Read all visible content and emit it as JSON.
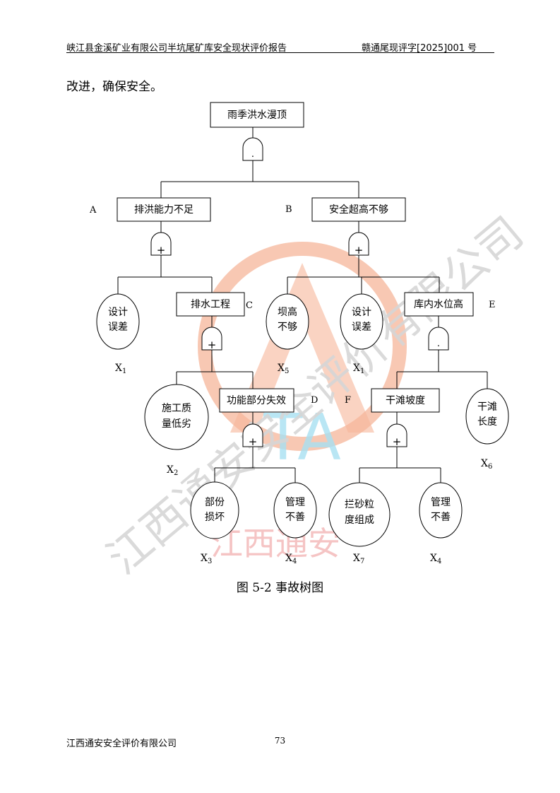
{
  "header": {
    "left": "峡江县金溪矿业有限公司半坑尾矿库安全现状评价报告",
    "right": "赣通尾现评字[2025]001 号"
  },
  "intro_text": "改进，确保安全。",
  "diagram": {
    "top_event": "雨季洪水漫顶",
    "gates": {
      "and": ".",
      "or": "+"
    },
    "boxes": {
      "A": "排洪能力不足",
      "B": "安全超高不够",
      "C": "排水工程",
      "D": "功能部分失效",
      "E": "库内水位高",
      "F": "干滩坡度"
    },
    "letters": {
      "A": "A",
      "B": "B",
      "C": "C",
      "D": "D",
      "E": "E",
      "F": "F"
    },
    "events": {
      "design1": [
        "设计",
        "误差"
      ],
      "dam": [
        "坝高",
        "不够"
      ],
      "design2": [
        "设计",
        "误差"
      ],
      "construction": [
        "施工质",
        "量低劣"
      ],
      "beach": [
        "干滩",
        "长度"
      ],
      "partial": [
        "部份",
        "损坏"
      ],
      "manage1": [
        "管理",
        "不善"
      ],
      "sand": [
        "拦砂粒",
        "度组成"
      ],
      "manage2": [
        "管理",
        "不善"
      ]
    },
    "labels": {
      "x1a": {
        "base": "X",
        "sub": "1"
      },
      "x5": {
        "base": "X",
        "sub": "5"
      },
      "x1b": {
        "base": "X",
        "sub": "1"
      },
      "x2": {
        "base": "X",
        "sub": "2"
      },
      "x6": {
        "base": "X",
        "sub": "6"
      },
      "x3": {
        "base": "X",
        "sub": "3"
      },
      "x4a": {
        "base": "X",
        "sub": "4"
      },
      "x7": {
        "base": "X",
        "sub": "7"
      },
      "x4b": {
        "base": "X",
        "sub": "4"
      }
    },
    "watermark": {
      "arc_text": "江西通安安全评价有限公司",
      "center_text": "TA",
      "bottom_text": "江西通安",
      "circle_color": "#f6b59a",
      "text_color": "#d6d6d6",
      "ta_color": "#a8e0f2",
      "bottom_color": "#f3b6b6"
    }
  },
  "caption": "图 5-2  事故树图",
  "footer": {
    "left": "江西通安安全评价有限公司",
    "page": "73"
  }
}
